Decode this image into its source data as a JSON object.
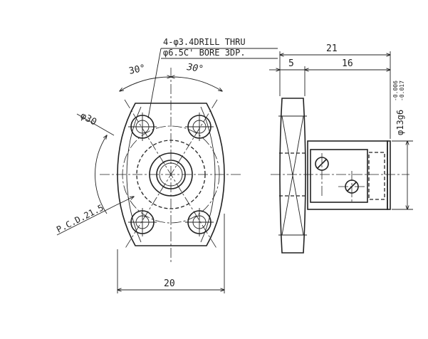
{
  "drawing": {
    "line_color": "#222222",
    "background": "#ffffff",
    "annotations": {
      "hole_callout_1": "4-φ3.4DRILL THRU",
      "hole_callout_2": "φ6.5C' BORE 3DP.",
      "angle_left": "30°",
      "angle_right": "30°",
      "diameter_30": "φ30",
      "pcd": "P.C.D.21.5",
      "width_20": "20",
      "length_21": "21",
      "length_5": "5",
      "length_16": "16",
      "shaft_diameter": "φ13g6",
      "tol_upper": "-0.006",
      "tol_lower": "-0.017"
    }
  }
}
